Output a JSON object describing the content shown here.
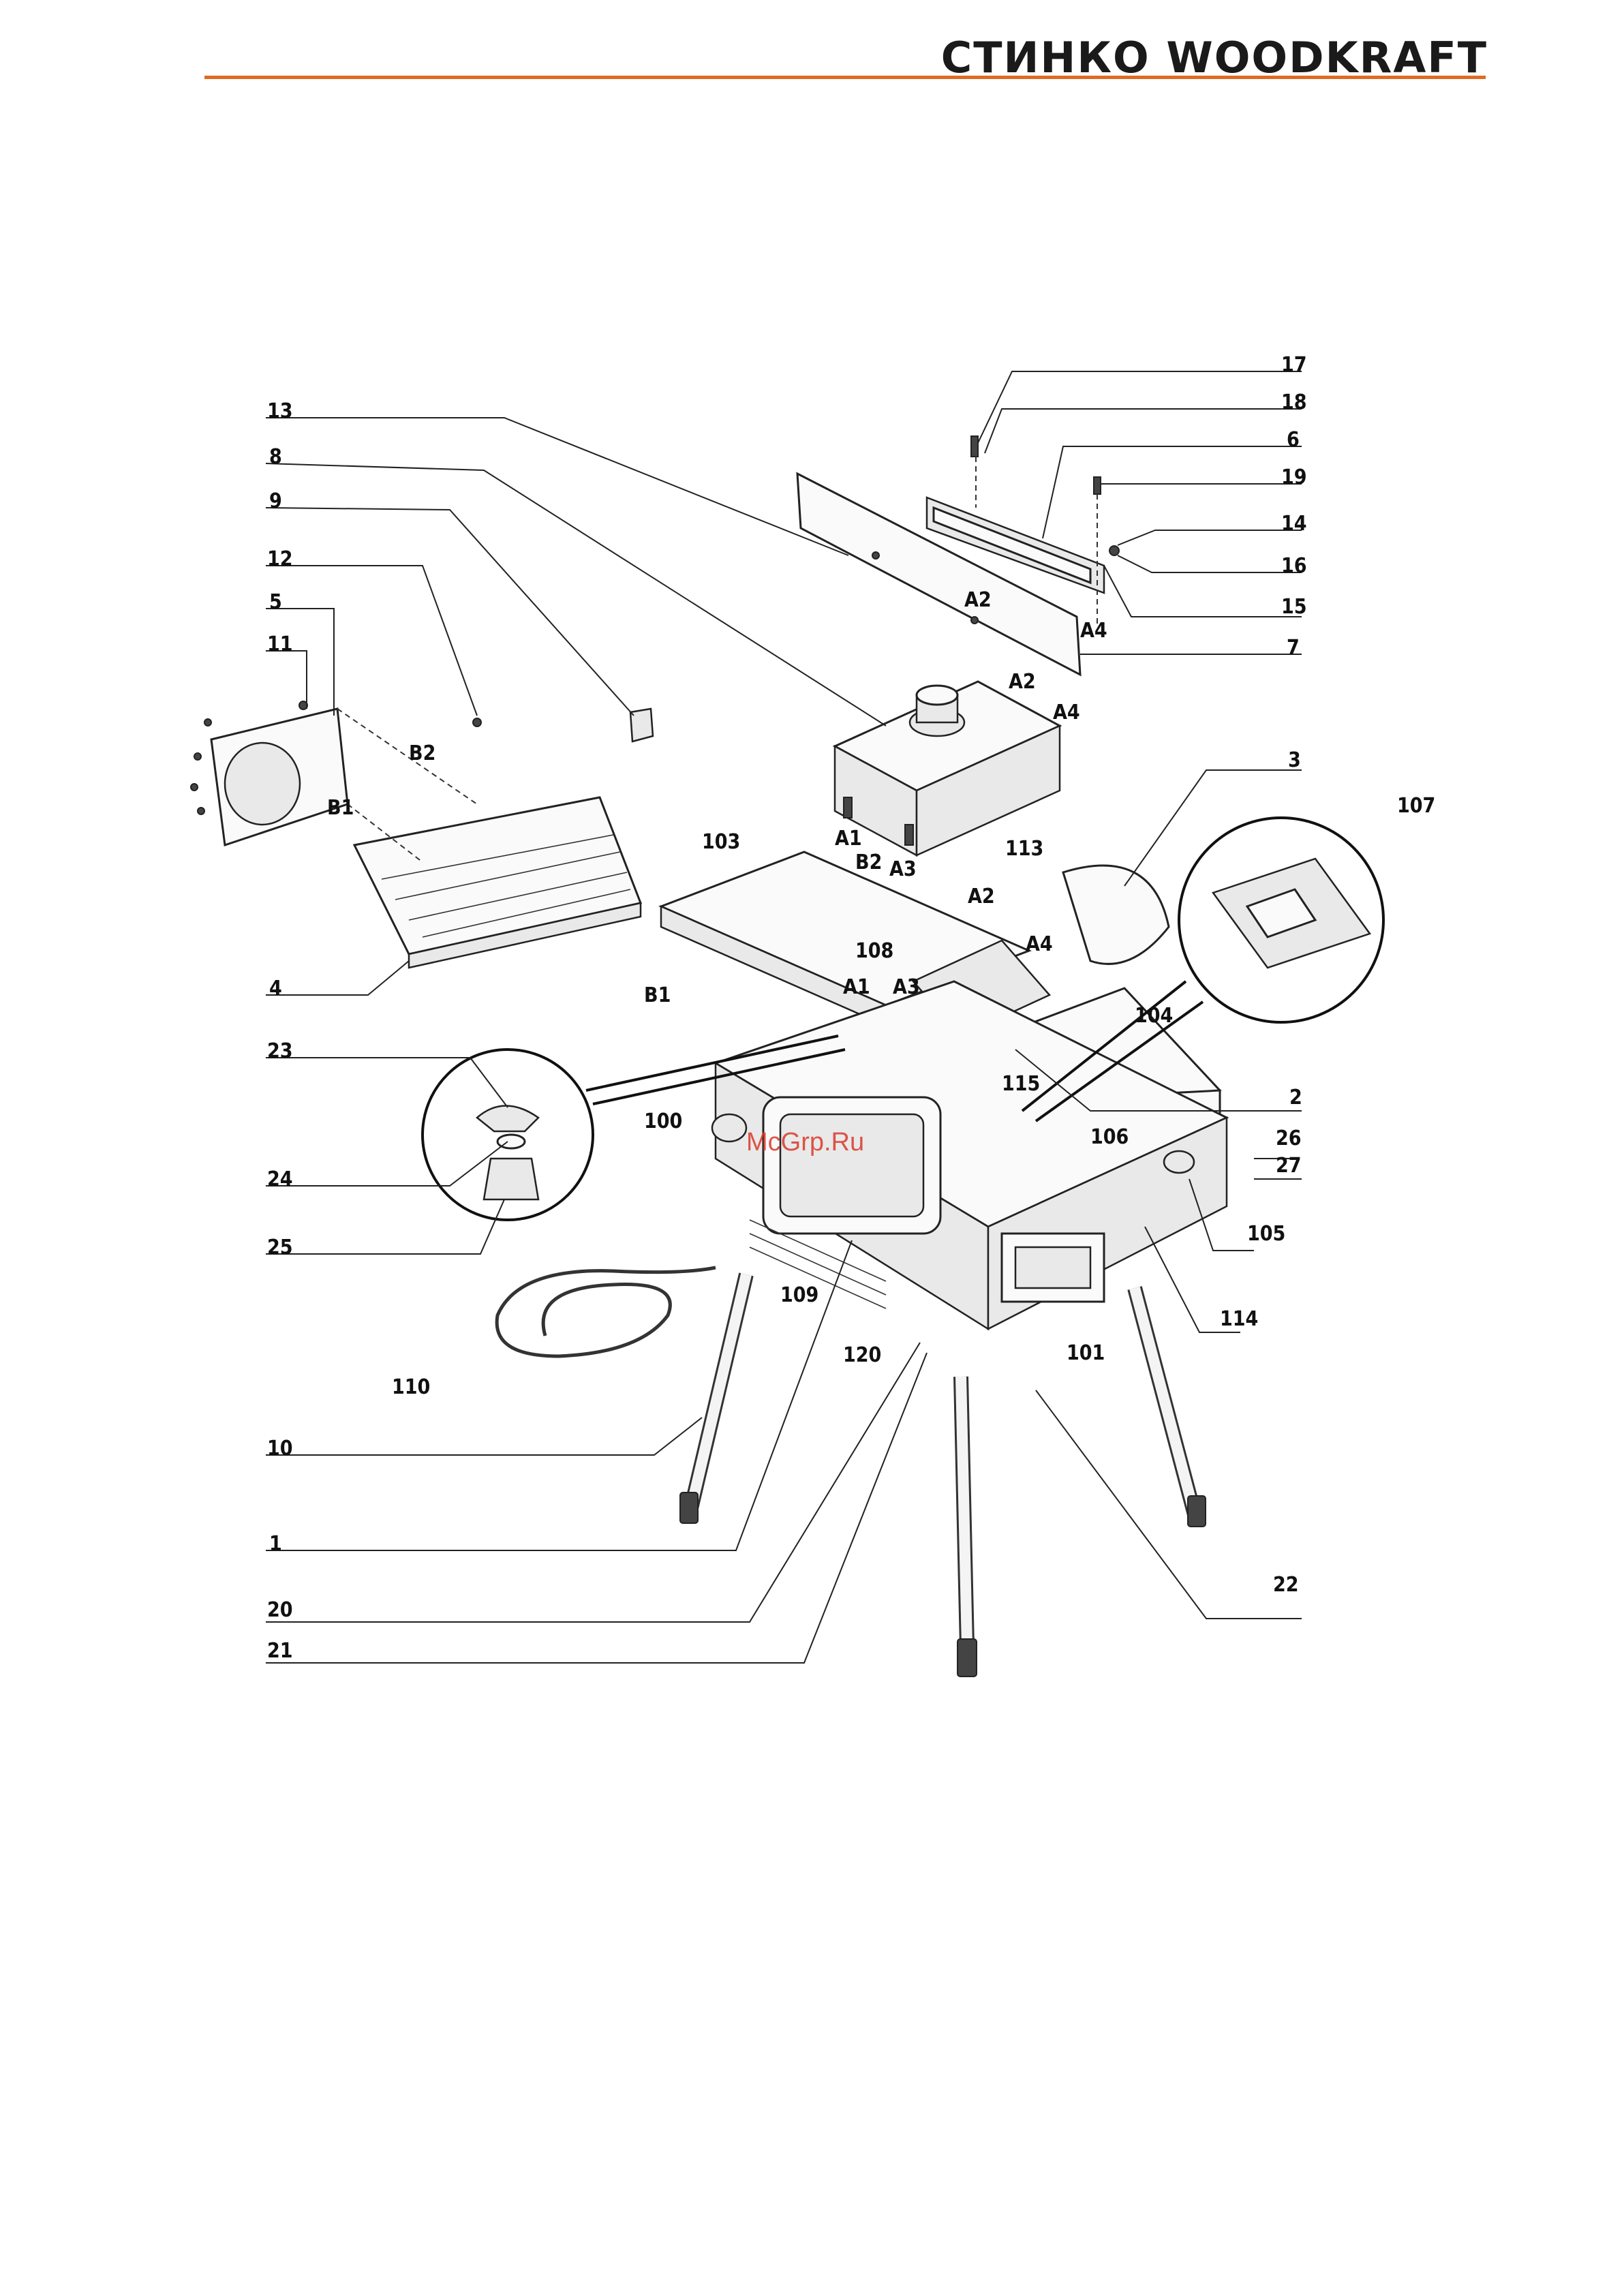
{
  "header": {
    "brand_part1": "СТИНКО",
    "brand_part2": "WOODKRAFT",
    "accent_color": "#e06a24"
  },
  "watermark": {
    "text": "McGrp.Ru",
    "color": "#d93a2b"
  },
  "diagram": {
    "labels": {
      "l17": "17",
      "l18": "18",
      "l6": "6",
      "l19": "19",
      "l14": "14",
      "l16": "16",
      "l15": "15",
      "l7": "7",
      "l13": "13",
      "l8": "8",
      "l9": "9",
      "l12": "12",
      "l5": "5",
      "l11": "11",
      "l4": "4",
      "l23": "23",
      "l24": "24",
      "l25": "25",
      "l110": "110",
      "l10": "10",
      "l1": "1",
      "l20": "20",
      "l21": "21",
      "l3": "3",
      "l107": "107",
      "l104": "104",
      "l2": "2",
      "l26": "26",
      "l27": "27",
      "l105": "105",
      "l114": "114",
      "l22": "22",
      "l103": "103",
      "l113": "113",
      "l108": "108",
      "l115": "115",
      "l100": "100",
      "l106": "106",
      "l109": "109",
      "l120": "120",
      "l101": "101",
      "a2_top": "A2",
      "a4_top": "A4",
      "a2_box": "A2",
      "a4_box": "A4",
      "a1_box": "A1",
      "a3_box": "A3",
      "b2_box": "B2",
      "b2_tray": "B2",
      "b1_tray": "B1",
      "b1_table": "B1",
      "a2_table": "A2",
      "a4_table": "A4",
      "a1_table": "A1",
      "a3_table": "A3"
    }
  }
}
